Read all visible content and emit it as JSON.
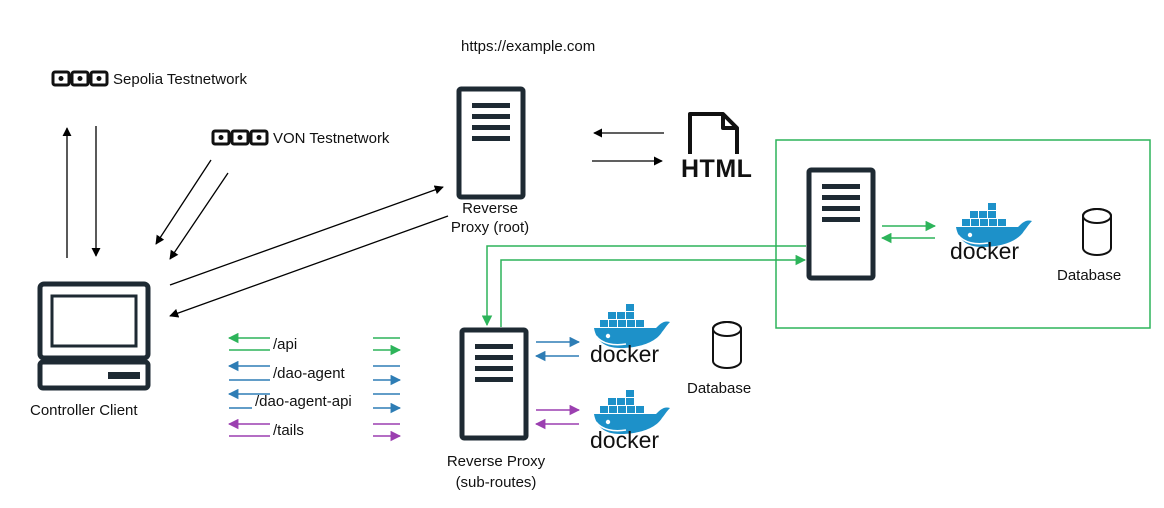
{
  "diagram": {
    "url_label": "https://example.com",
    "networks": {
      "sepolia": "Sepolia Testnetwork",
      "von": "VON Testnetwork"
    },
    "controller_label": "Controller Client",
    "proxy_root_label_line1": "Reverse",
    "proxy_root_label_line2": "Proxy (root)",
    "proxy_sub_label_line1": "Reverse Proxy",
    "proxy_sub_label_line2": "(sub-routes)",
    "html_label": "HTML",
    "docker_label": "docker",
    "database_label_top": "Database",
    "database_label_bottom": "Database",
    "routes": [
      "/api",
      "/dao-agent",
      "/dao-agent-api",
      "/tails"
    ]
  },
  "colors": {
    "green": "#2db45a",
    "blue": "#2e7db5",
    "purple": "#9b3fb0",
    "docker": "#1d91c9",
    "dark": "#1e2a33"
  }
}
